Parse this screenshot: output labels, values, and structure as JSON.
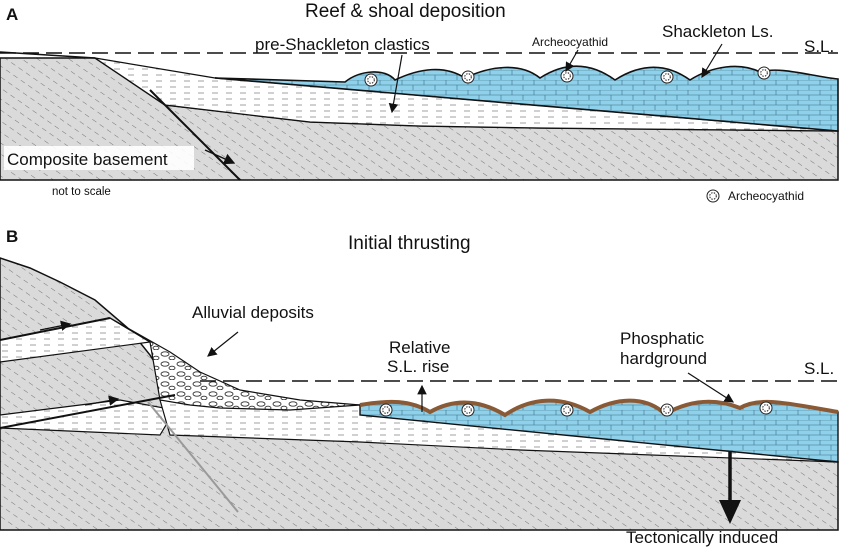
{
  "panel_a": {
    "letter": "A",
    "title": "Reef & shoal deposition",
    "label_clastics": "pre-Shackleton clastics",
    "label_archeo": "Archeocyathid",
    "label_shackleton": "Shackleton Ls.",
    "label_sl": "S.L.",
    "label_basement": "Composite basement",
    "label_scale": "not to scale",
    "legend_archeo": "Archeocyathid"
  },
  "panel_b": {
    "letter": "B",
    "title": "Initial thrusting",
    "label_alluvial": "Alluvial deposits",
    "label_rise_1": "Relative",
    "label_rise_2": "S.L. rise",
    "label_phos_1": "Phosphatic",
    "label_phos_2": "hardground",
    "label_sl": "S.L.",
    "label_tectonic": "Tectonically induced"
  },
  "colors": {
    "limestone": "#8fd0ea",
    "basement": "#d9d9d9",
    "clastics": "#ffffff",
    "hardground": "#8a5a36",
    "line": "#111111"
  }
}
